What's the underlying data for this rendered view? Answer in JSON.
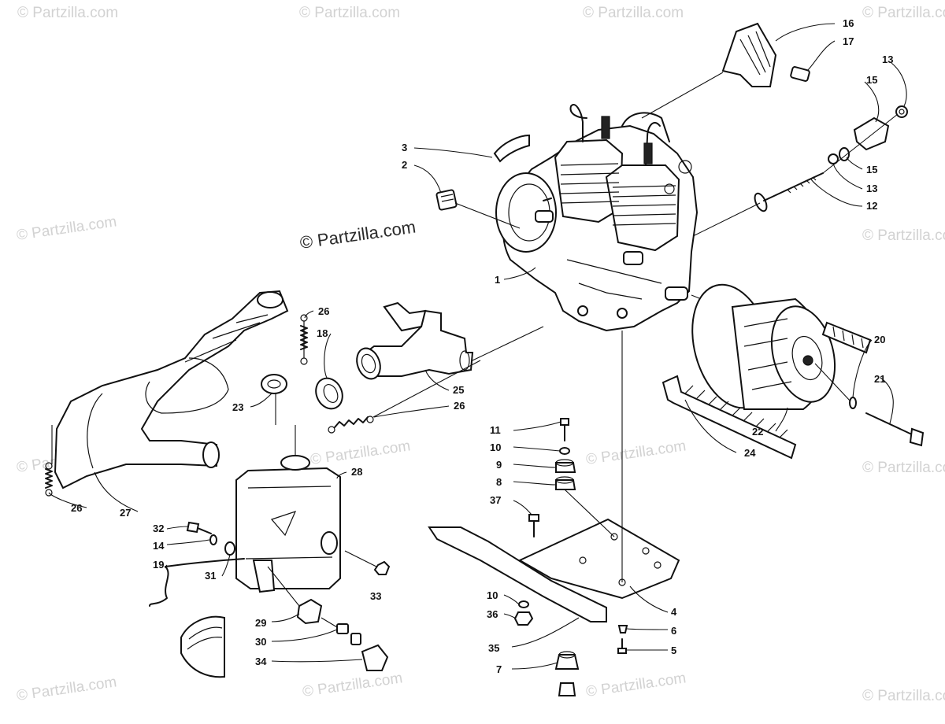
{
  "watermark": {
    "main": "© Partzilla.com",
    "repeat": "© Partzilla.com"
  },
  "callouts": [
    "1",
    "2",
    "3",
    "4",
    "5",
    "6",
    "7",
    "8",
    "9",
    "10",
    "10",
    "11",
    "12",
    "13",
    "13",
    "14",
    "15",
    "15",
    "16",
    "17",
    "18",
    "19",
    "20",
    "21",
    "22",
    "23",
    "24",
    "25",
    "26",
    "26",
    "26",
    "27",
    "28",
    "29",
    "30",
    "31",
    "32",
    "33",
    "34",
    "35",
    "36",
    "37"
  ]
}
